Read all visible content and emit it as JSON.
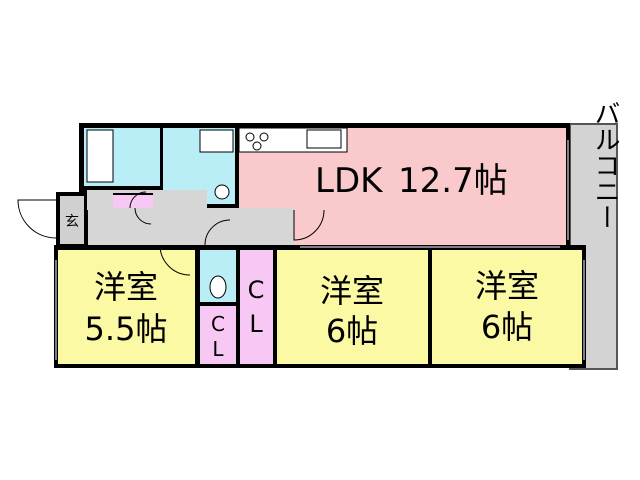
{
  "floorplan": {
    "rooms": {
      "ldk": {
        "name": "LDK",
        "size": "12.7帖"
      },
      "western_left": {
        "name": "洋室",
        "size": "5.5帖"
      },
      "western_mid": {
        "name": "洋室",
        "size": "6帖"
      },
      "western_right": {
        "name": "洋室",
        "size": "6帖"
      },
      "entrance": {
        "name": "玄"
      },
      "closet_tall": {
        "c": "C",
        "l": "L"
      },
      "closet_small": {
        "c": "C",
        "l": "L"
      },
      "balcony": {
        "name": "バルコニー"
      }
    },
    "colors": {
      "wall": "#000000",
      "ldk": "#f9c9cc",
      "western": "#fbf9a4",
      "wet": "#b9eef6",
      "closet": "#f8c8f4",
      "corridor": "#d6d6d6",
      "balcony": "#d3d3d3",
      "entrance": "#d0d0d0"
    }
  }
}
